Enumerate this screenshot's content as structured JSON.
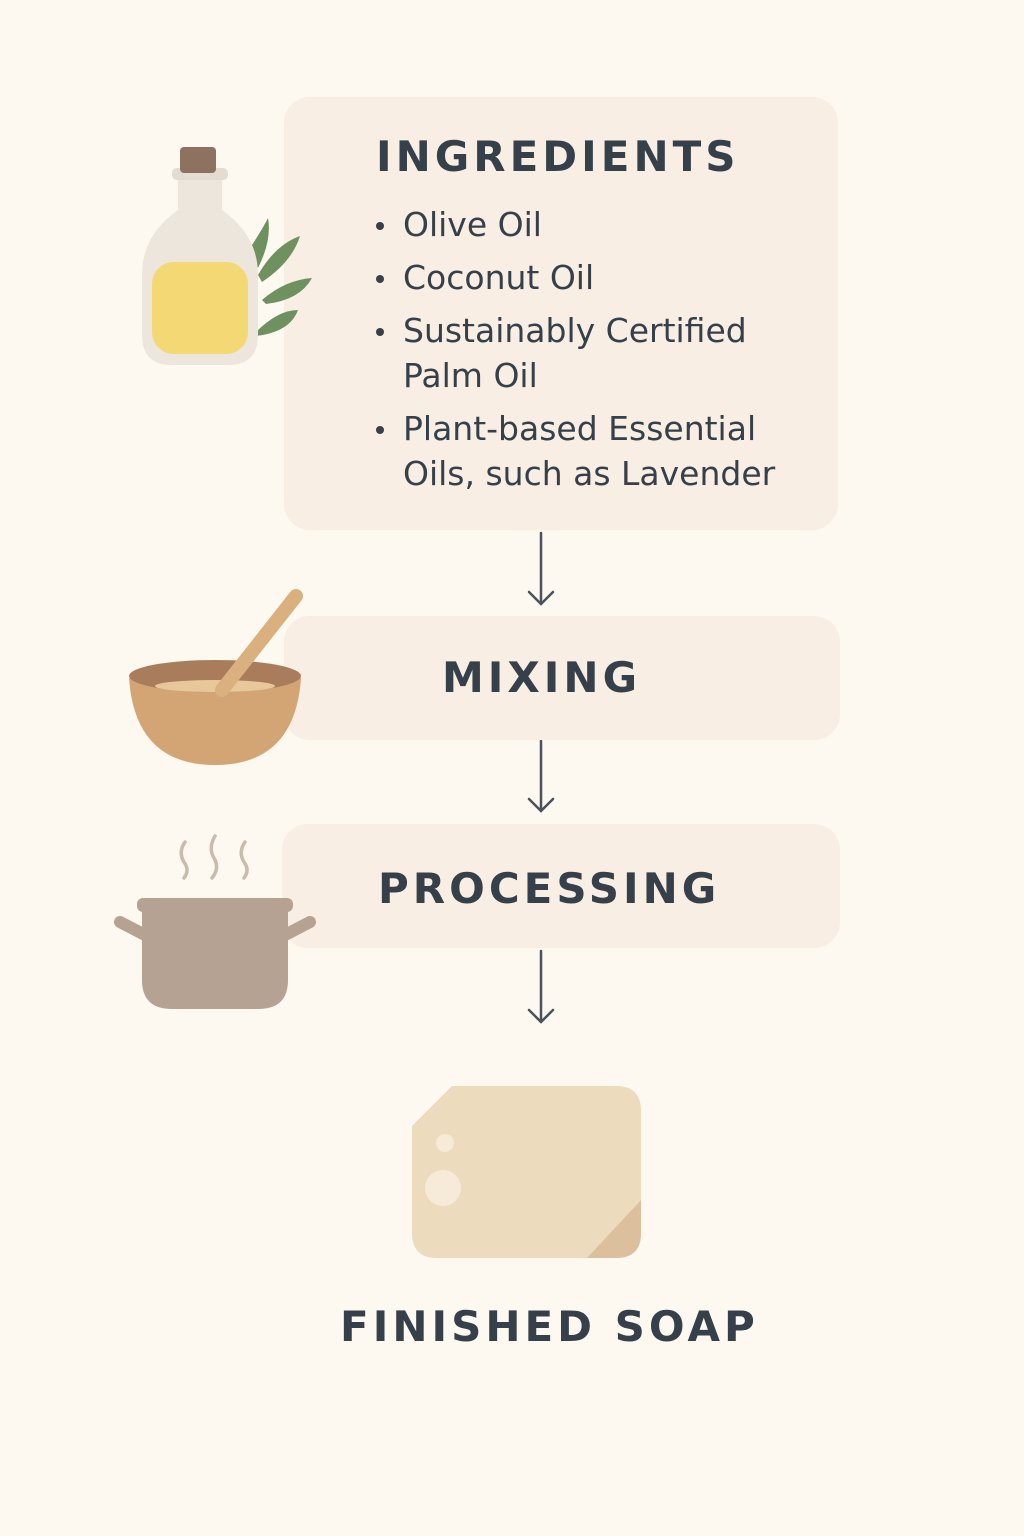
{
  "ingredients": {
    "title": "INGREDIENTS",
    "items": [
      "Olive Oil",
      "Coconut Oil",
      "Sustainably Certified Palm Oil",
      "Plant-based Essential Oils, such as Lavender"
    ]
  },
  "steps": {
    "mixing": "MIXING",
    "processing": "PROCESSING",
    "finished": "FINISHED SOAP"
  },
  "icons": {
    "ingredients": "oil-bottle-icon",
    "mixing": "mixing-bowl-icon",
    "processing": "cooking-pot-icon",
    "finished": "soap-bar-icon"
  },
  "colors": {
    "background": "#fdf8f0",
    "card": "#f8eee3",
    "text": "#36404a"
  }
}
